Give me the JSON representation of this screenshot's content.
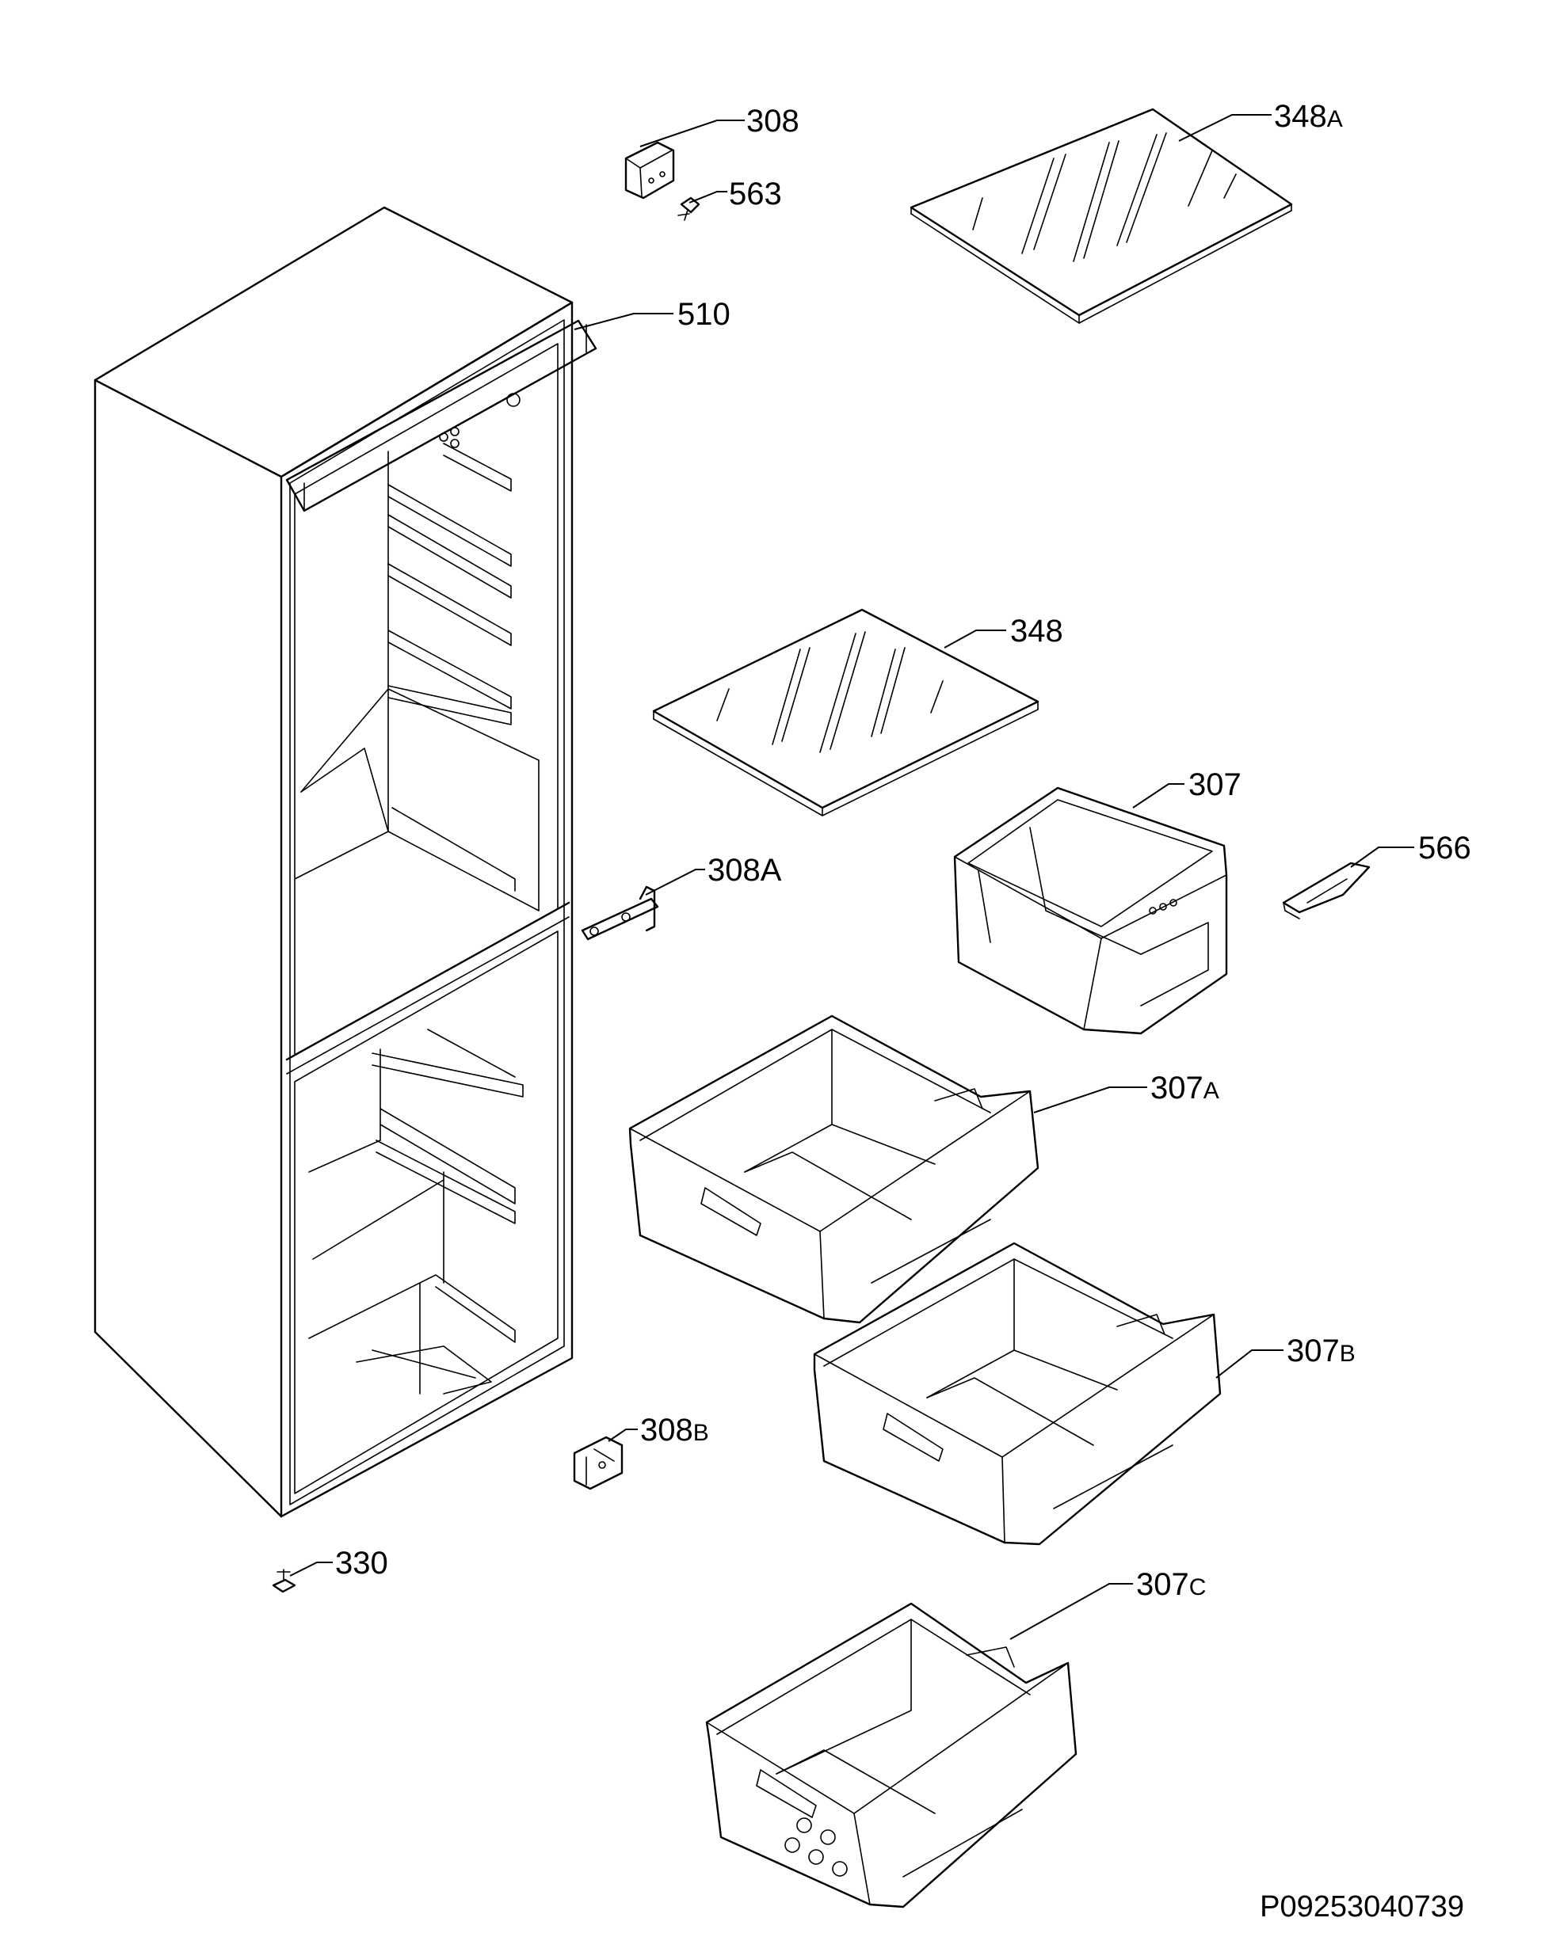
{
  "labels": {
    "l308": {
      "num": "308",
      "suffix": ""
    },
    "l563": {
      "num": "563",
      "suffix": ""
    },
    "l348A": {
      "num": "348",
      "suffix": "A"
    },
    "l510": {
      "num": "510",
      "suffix": ""
    },
    "l348": {
      "num": "348",
      "suffix": ""
    },
    "l307": {
      "num": "307",
      "suffix": ""
    },
    "l566": {
      "num": "566",
      "suffix": ""
    },
    "l308A": {
      "num": "308A",
      "suffix": ""
    },
    "l307A": {
      "num": "307",
      "suffix": "A"
    },
    "l307B": {
      "num": "307",
      "suffix": "B"
    },
    "l308B": {
      "num": "308",
      "suffix": "B"
    },
    "l330": {
      "num": "330",
      "suffix": ""
    },
    "l307C": {
      "num": "307",
      "suffix": "C"
    }
  },
  "reference": "P09253040739"
}
